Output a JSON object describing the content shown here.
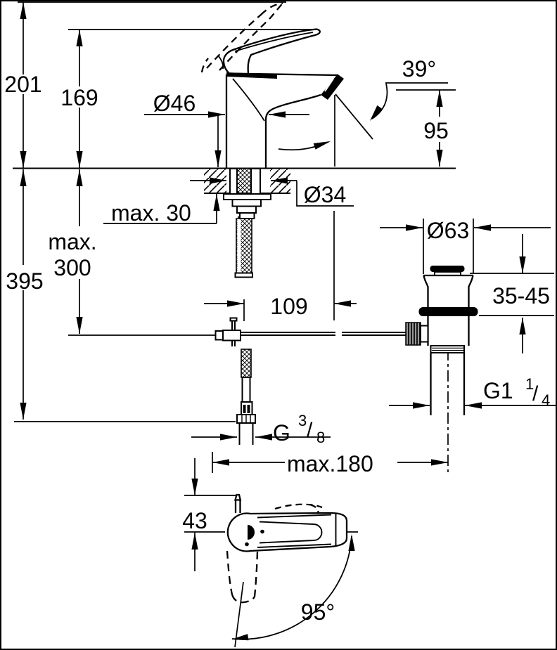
{
  "drawing": {
    "type": "technical-dimension-diagram",
    "subject": "single-lever basin mixer faucet with pop-up waste",
    "colors": {
      "ink": "#000000",
      "paper": "#ffffff"
    },
    "dims": {
      "d201": "201",
      "d169": "169",
      "d395": "395",
      "max300_l1": "max.",
      "max300_l2": "300",
      "max30": "max. 30",
      "dia46": "Ø46",
      "dia34": "Ø34",
      "dia63": "Ø63",
      "ang39": "39°",
      "d95": "95",
      "d109": "109",
      "d3545": "35-45",
      "g114_main": "G1",
      "g114_sup": "1",
      "g114_slash": "/",
      "g114_sub": "4",
      "g38_main": "G",
      "g38_sup": "3",
      "g38_slash": "/",
      "g38_sub": "8",
      "max180": "max.180",
      "d43": "43",
      "ang95": "95°"
    }
  }
}
